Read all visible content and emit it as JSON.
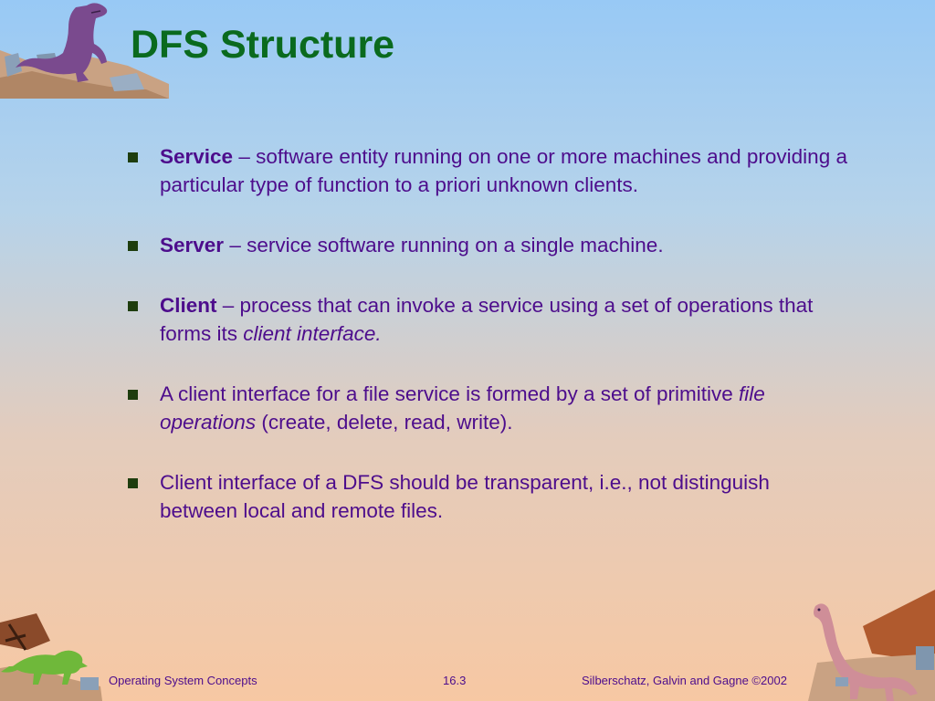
{
  "slide": {
    "title": "DFS Structure",
    "bullets": [
      {
        "term": "Service",
        "text": " – software entity running on one or more machines and providing a particular type of function to a priori unknown clients."
      },
      {
        "term": "Server",
        "text": " – service software running on a single machine."
      },
      {
        "term": "Client",
        "text": " –  process that can invoke a service using a set of operations that forms its ",
        "italic": "client interface."
      },
      {
        "text": "A client interface for a file service is formed by a set of primitive ",
        "italic": "file operations",
        "text_after": " (create, delete, read, write)."
      },
      {
        "text": "Client interface of a DFS should be transparent, i.e., not distinguish between local and remote files."
      }
    ]
  },
  "footer": {
    "left": "Operating System Concepts",
    "center": "16.3",
    "right": "Silberschatz, Galvin and  Gagne ©2002"
  },
  "colors": {
    "title": "#0a6a1e",
    "text": "#4d0d8c",
    "bullet_mark": "#1e3d0e"
  },
  "icons": [
    "dinosaur-trex-icon",
    "dinosaur-triceratops-icon",
    "dinosaur-brachiosaurus-icon"
  ]
}
